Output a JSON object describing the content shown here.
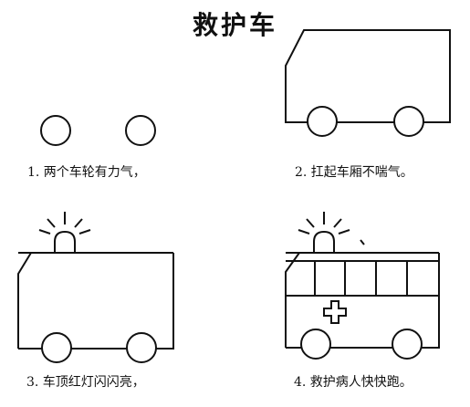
{
  "title": "救护车",
  "steps": [
    {
      "caption": "1. 两个车轮有力气，"
    },
    {
      "caption": "2. 扛起车厢不喘气。"
    },
    {
      "caption": "3. 车顶红灯闪闪亮，"
    },
    {
      "caption": "4. 救护病人快快跑。"
    }
  ]
}
